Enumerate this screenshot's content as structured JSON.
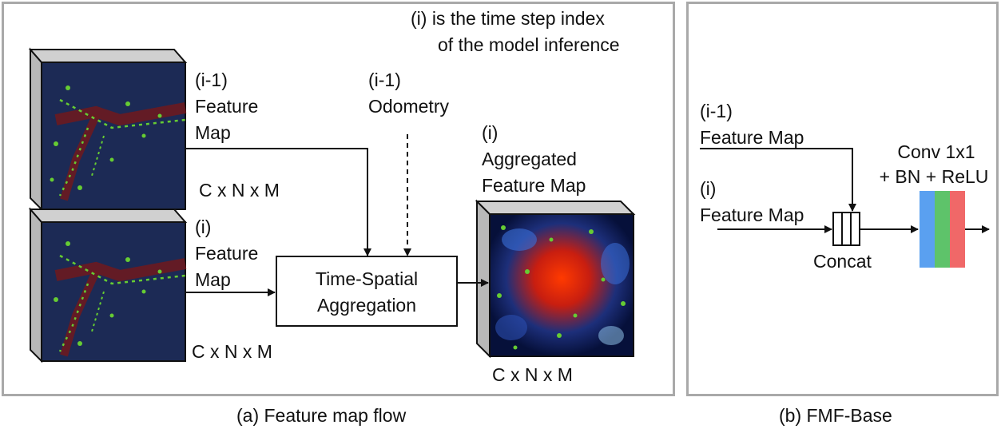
{
  "panel_a": {
    "note_line1": "(i) is the time step index",
    "note_line2": "of the model inference",
    "prev_map": {
      "index": "(i-1)",
      "line1": "Feature",
      "line2": "Map",
      "dims": "C x N x M"
    },
    "curr_map": {
      "index": "(i)",
      "line1": "Feature",
      "line2": "Map",
      "dims": "C x N x M"
    },
    "odometry": {
      "index": "(i-1)",
      "label": "Odometry"
    },
    "aggregation_box": {
      "line1": "Time-Spatial",
      "line2": "Aggregation"
    },
    "aggregated": {
      "index": "(i)",
      "line1": "Aggregated",
      "line2": "Feature Map",
      "dims": "C x N x M"
    },
    "caption": "(a) Feature map flow"
  },
  "panel_b": {
    "prev_input": {
      "index": "(i-1)",
      "label": "Feature Map"
    },
    "curr_input": {
      "index": "(i)",
      "label": "Feature Map"
    },
    "concat_label": "Concat",
    "conv_line1": "Conv 1x1",
    "conv_line2": "+ BN + ReLU",
    "bar_colors": [
      "#5aa0f0",
      "#5ec36a",
      "#f06868"
    ],
    "caption": "(b) FMF-Base"
  },
  "colors": {
    "panel_border": "#a9a9a9",
    "cube_side": "#b8b8b8",
    "map_bg": "#1c2a55"
  }
}
